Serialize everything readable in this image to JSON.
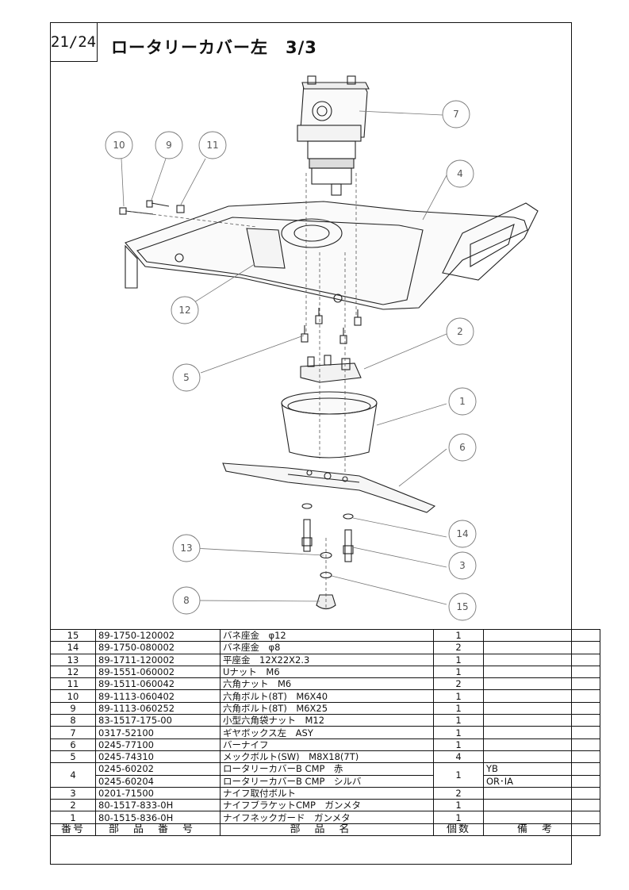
{
  "page_number": "21/24",
  "title": "ロータリーカバー左　3/3",
  "callouts": [
    "1",
    "2",
    "3",
    "4",
    "5",
    "6",
    "7",
    "8",
    "9",
    "10",
    "11",
    "12",
    "13",
    "14",
    "15"
  ],
  "table": {
    "header": {
      "no": "番号",
      "part_number": "部品番号",
      "name": "部品名",
      "qty": "個数",
      "remarks": "備考"
    },
    "rows": [
      {
        "no": "15",
        "part_number": "89-1750-120002",
        "name": "バネ座金　φ12",
        "qty": "1",
        "remarks": ""
      },
      {
        "no": "14",
        "part_number": "89-1750-080002",
        "name": "バネ座金　φ8",
        "qty": "2",
        "remarks": ""
      },
      {
        "no": "13",
        "part_number": "89-1711-120002",
        "name": "平座金　12X22X2.3",
        "qty": "1",
        "remarks": ""
      },
      {
        "no": "12",
        "part_number": "89-1551-060002",
        "name": "Uナット　M6",
        "qty": "1",
        "remarks": ""
      },
      {
        "no": "11",
        "part_number": "89-1511-060042",
        "name": "六角ナット　M6",
        "qty": "2",
        "remarks": ""
      },
      {
        "no": "10",
        "part_number": "89-1113-060402",
        "name": "六角ボルト(8T)　M6X40",
        "qty": "1",
        "remarks": ""
      },
      {
        "no": "9",
        "part_number": "89-1113-060252",
        "name": "六角ボルト(8T)　M6X25",
        "qty": "1",
        "remarks": ""
      },
      {
        "no": "8",
        "part_number": "83-1517-175-00",
        "name": "小型六角袋ナット　M12",
        "qty": "1",
        "remarks": ""
      },
      {
        "no": "7",
        "part_number": "0317-52100",
        "name": "ギヤボックス左　ASY",
        "qty": "1",
        "remarks": ""
      },
      {
        "no": "6",
        "part_number": "0245-77100",
        "name": "バーナイフ",
        "qty": "1",
        "remarks": ""
      },
      {
        "no": "5",
        "part_number": "0245-74310",
        "name": "メックボルト(SW)　M8X18(7T)",
        "qty": "4",
        "remarks": ""
      }
    ],
    "row4": {
      "no": "4",
      "qty": "1",
      "variants": [
        {
          "part_number": "0245-60202",
          "name": "ロータリーカバーB CMP　赤",
          "remarks": "YB"
        },
        {
          "part_number": "0245-60204",
          "name": "ロータリーカバーB CMP　シルバ",
          "remarks": "OR･IA"
        }
      ]
    },
    "rows_bottom": [
      {
        "no": "3",
        "part_number": "0201-71500",
        "name": "ナイフ取付ボルト",
        "qty": "2",
        "remarks": ""
      },
      {
        "no": "2",
        "part_number": "80-1517-833-0H",
        "name": "ナイフブラケットCMP　ガンメタ",
        "qty": "1",
        "remarks": ""
      },
      {
        "no": "1",
        "part_number": "80-1515-836-0H",
        "name": "ナイフネックガード　ガンメタ",
        "qty": "1",
        "remarks": ""
      }
    ]
  }
}
